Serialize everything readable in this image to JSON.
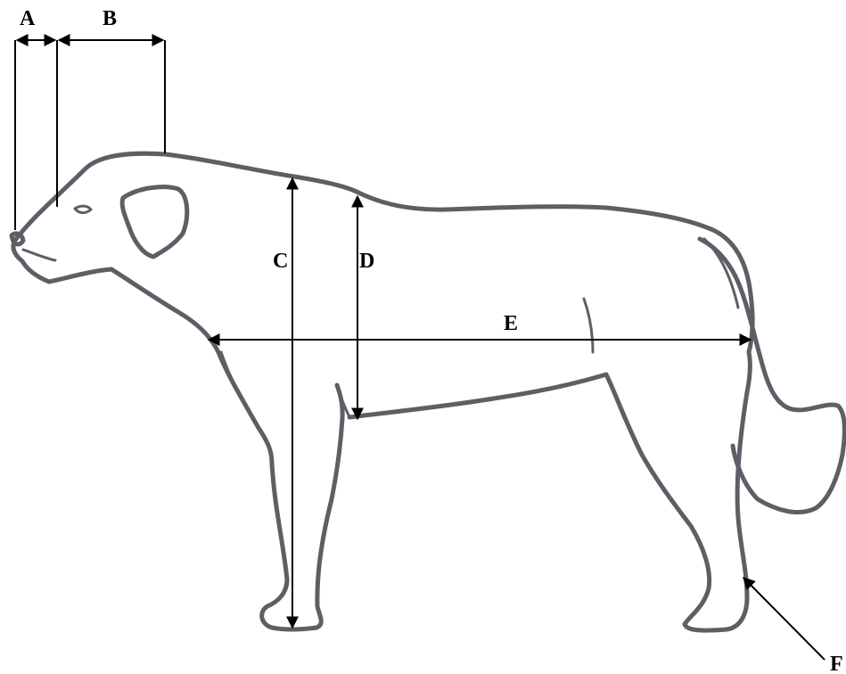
{
  "labels": {
    "a": "A",
    "b": "B",
    "c": "C",
    "d": "D",
    "e": "E",
    "f": "F"
  },
  "colors": {
    "outline": "#5e5e66",
    "dimension": "#000000",
    "background": "#ffffff"
  }
}
